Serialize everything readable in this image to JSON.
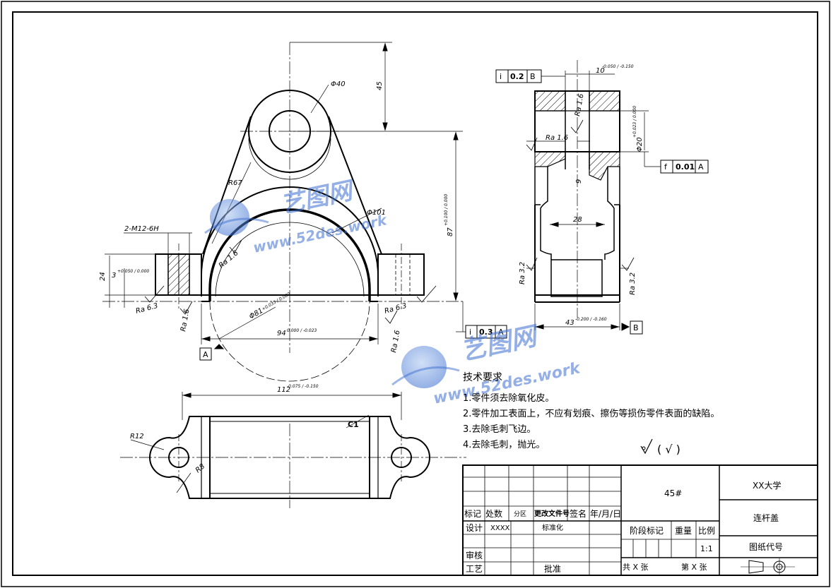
{
  "watermark": {
    "brand": "艺图网",
    "url": "www.52des.work"
  },
  "dimensions": {
    "d40": "Φ40",
    "d45": "45",
    "r67": "R67",
    "d101": "Φ101",
    "d87": "87",
    "d87_tol": "+0.100 / 0.000",
    "m12": "2-M12-6H",
    "d24": "24",
    "d3": "3",
    "d3_tol": "+0.050 / 0.000",
    "ra63_left": "Ra 6.3",
    "ra16_left": "Ra 1.6",
    "ra16_inner": "Ra 1.6",
    "d81": "Φ81",
    "d81_tol": "+0.035 / 0.000",
    "d94": "94",
    "d94_tol": "0.000 / -0.023",
    "ra63_right": "Ra 6.3",
    "ra16_right": "Ra 1.6",
    "d112": "112",
    "d112_tol": "-0.075 / -0.150",
    "r12": "R12",
    "r8": "R8",
    "c1": "C1",
    "d10": "10",
    "d10_tol": "-0.050 / -0.150",
    "ra16_side": "Ra 1.6",
    "ra16_side2": "Ra 1.6",
    "d20": "Φ20",
    "d20_tol": "+0.023 / 0.000",
    "d9": "9",
    "d28": "28",
    "ra32_left": "Ra 3.2",
    "ra32_right": "Ra 3.2",
    "d43": "43",
    "d43_tol": "-0.200 / -0.160"
  },
  "datums": {
    "a": "A",
    "b": "B"
  },
  "fcf": {
    "top": {
      "sym": "i",
      "val": "0.2",
      "ref": "B"
    },
    "right": {
      "sym": "f",
      "val": "0.01",
      "ref": "A"
    },
    "bottom": {
      "sym": "i",
      "val": "0.3",
      "ref": "A"
    }
  },
  "tech": {
    "title": "技术要求",
    "items": [
      "1.零件须去除氧化皮。",
      "2.零件加工表面上，不应有划痕、擦伤等损伤零件表面的缺陷。",
      "3.去除毛刺飞边。",
      "4.去除毛刺，抛光。"
    ],
    "roughness": "( √ )"
  },
  "title_block": {
    "mark": "标记",
    "count": "处数",
    "zone": "分区",
    "change_doc": "更改文件号",
    "signature": "签名",
    "date": "年/月/日",
    "design": "设计",
    "designer": "XXXX",
    "standardize": "标准化",
    "review": "审核",
    "process": "工艺",
    "approve": "批准",
    "material": "45#",
    "stage_mark": "阶段标记",
    "weight": "重量",
    "scale_label": "比例",
    "scale": "1:1",
    "total_sheets": "共 X 张",
    "sheet_no": "第 X 张",
    "school": "XX大学",
    "part_name": "连杆盖",
    "drawing_code": "图纸代号"
  }
}
